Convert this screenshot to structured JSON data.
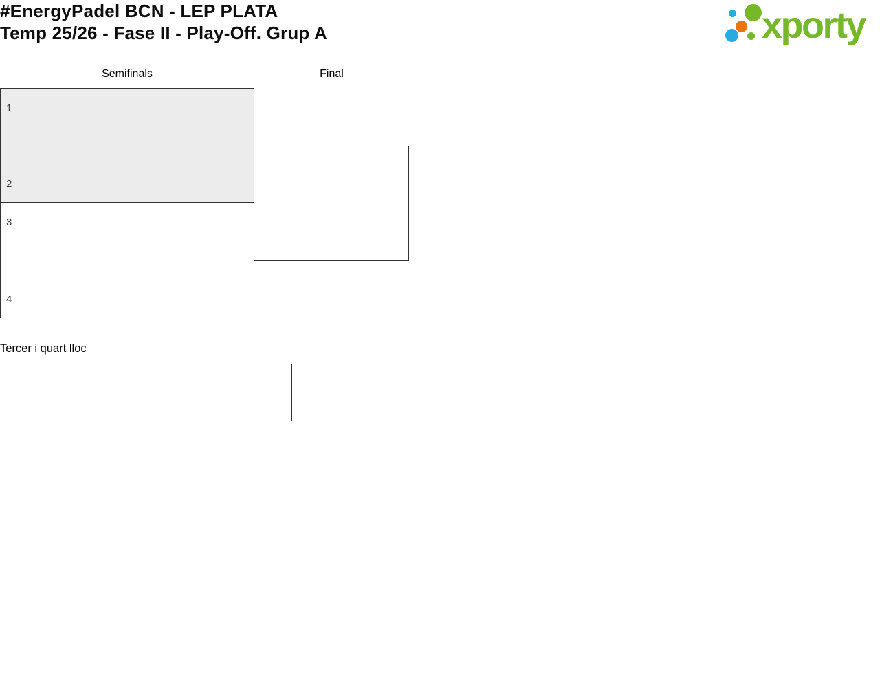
{
  "page": {
    "title_line1": "#EnergyPadel BCN - LEP PLATA",
    "title_line2": "Temp 25/26 - Fase II - Play-Off. Grup A"
  },
  "logo": {
    "wordmark": "xporty"
  },
  "bracket": {
    "rounds": [
      {
        "label": "Semifinals"
      },
      {
        "label": "Final"
      }
    ],
    "semifinals": [
      {
        "slots": [
          {
            "seed": "1"
          },
          {
            "seed": "2"
          }
        ]
      },
      {
        "slots": [
          {
            "seed": "3"
          },
          {
            "seed": "4"
          }
        ]
      }
    ]
  },
  "consolation": {
    "title": "Tercer i quart lloc"
  },
  "colors": {
    "logo_green": "#76B82A",
    "logo_blue": "#29ABE2",
    "logo_orange": "#E8760D",
    "match_highlight_bg": "#ECECEC",
    "border": "#333333"
  }
}
